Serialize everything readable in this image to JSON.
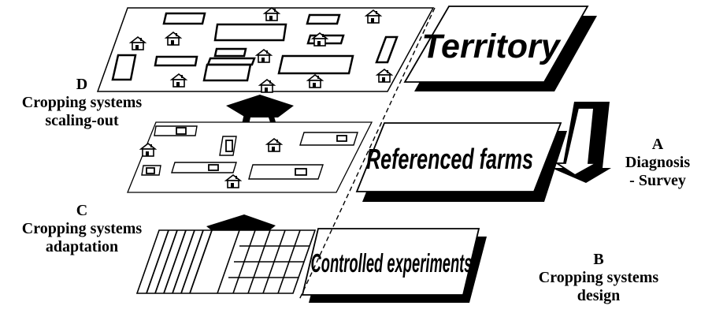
{
  "plates": {
    "territory": "Territory",
    "farms": "Referenced farms",
    "experiments": "Controlled experiments"
  },
  "steps": {
    "a": {
      "letter": "A",
      "line1": "Diagnosis",
      "line2": "- Survey"
    },
    "b": {
      "letter": "B",
      "line1": "Cropping systems",
      "line2": "design"
    },
    "c": {
      "letter": "C",
      "line1": "Cropping systems",
      "line2": "adaptation"
    },
    "d": {
      "letter": "D",
      "line1": "Cropping systems",
      "line2": "scaling-out"
    }
  },
  "colors": {
    "ink": "#000000",
    "paper": "#ffffff"
  },
  "icons": [
    "house-icon",
    "up-arrow-icon",
    "down-arrow-icon",
    "field-parcel-icon"
  ]
}
